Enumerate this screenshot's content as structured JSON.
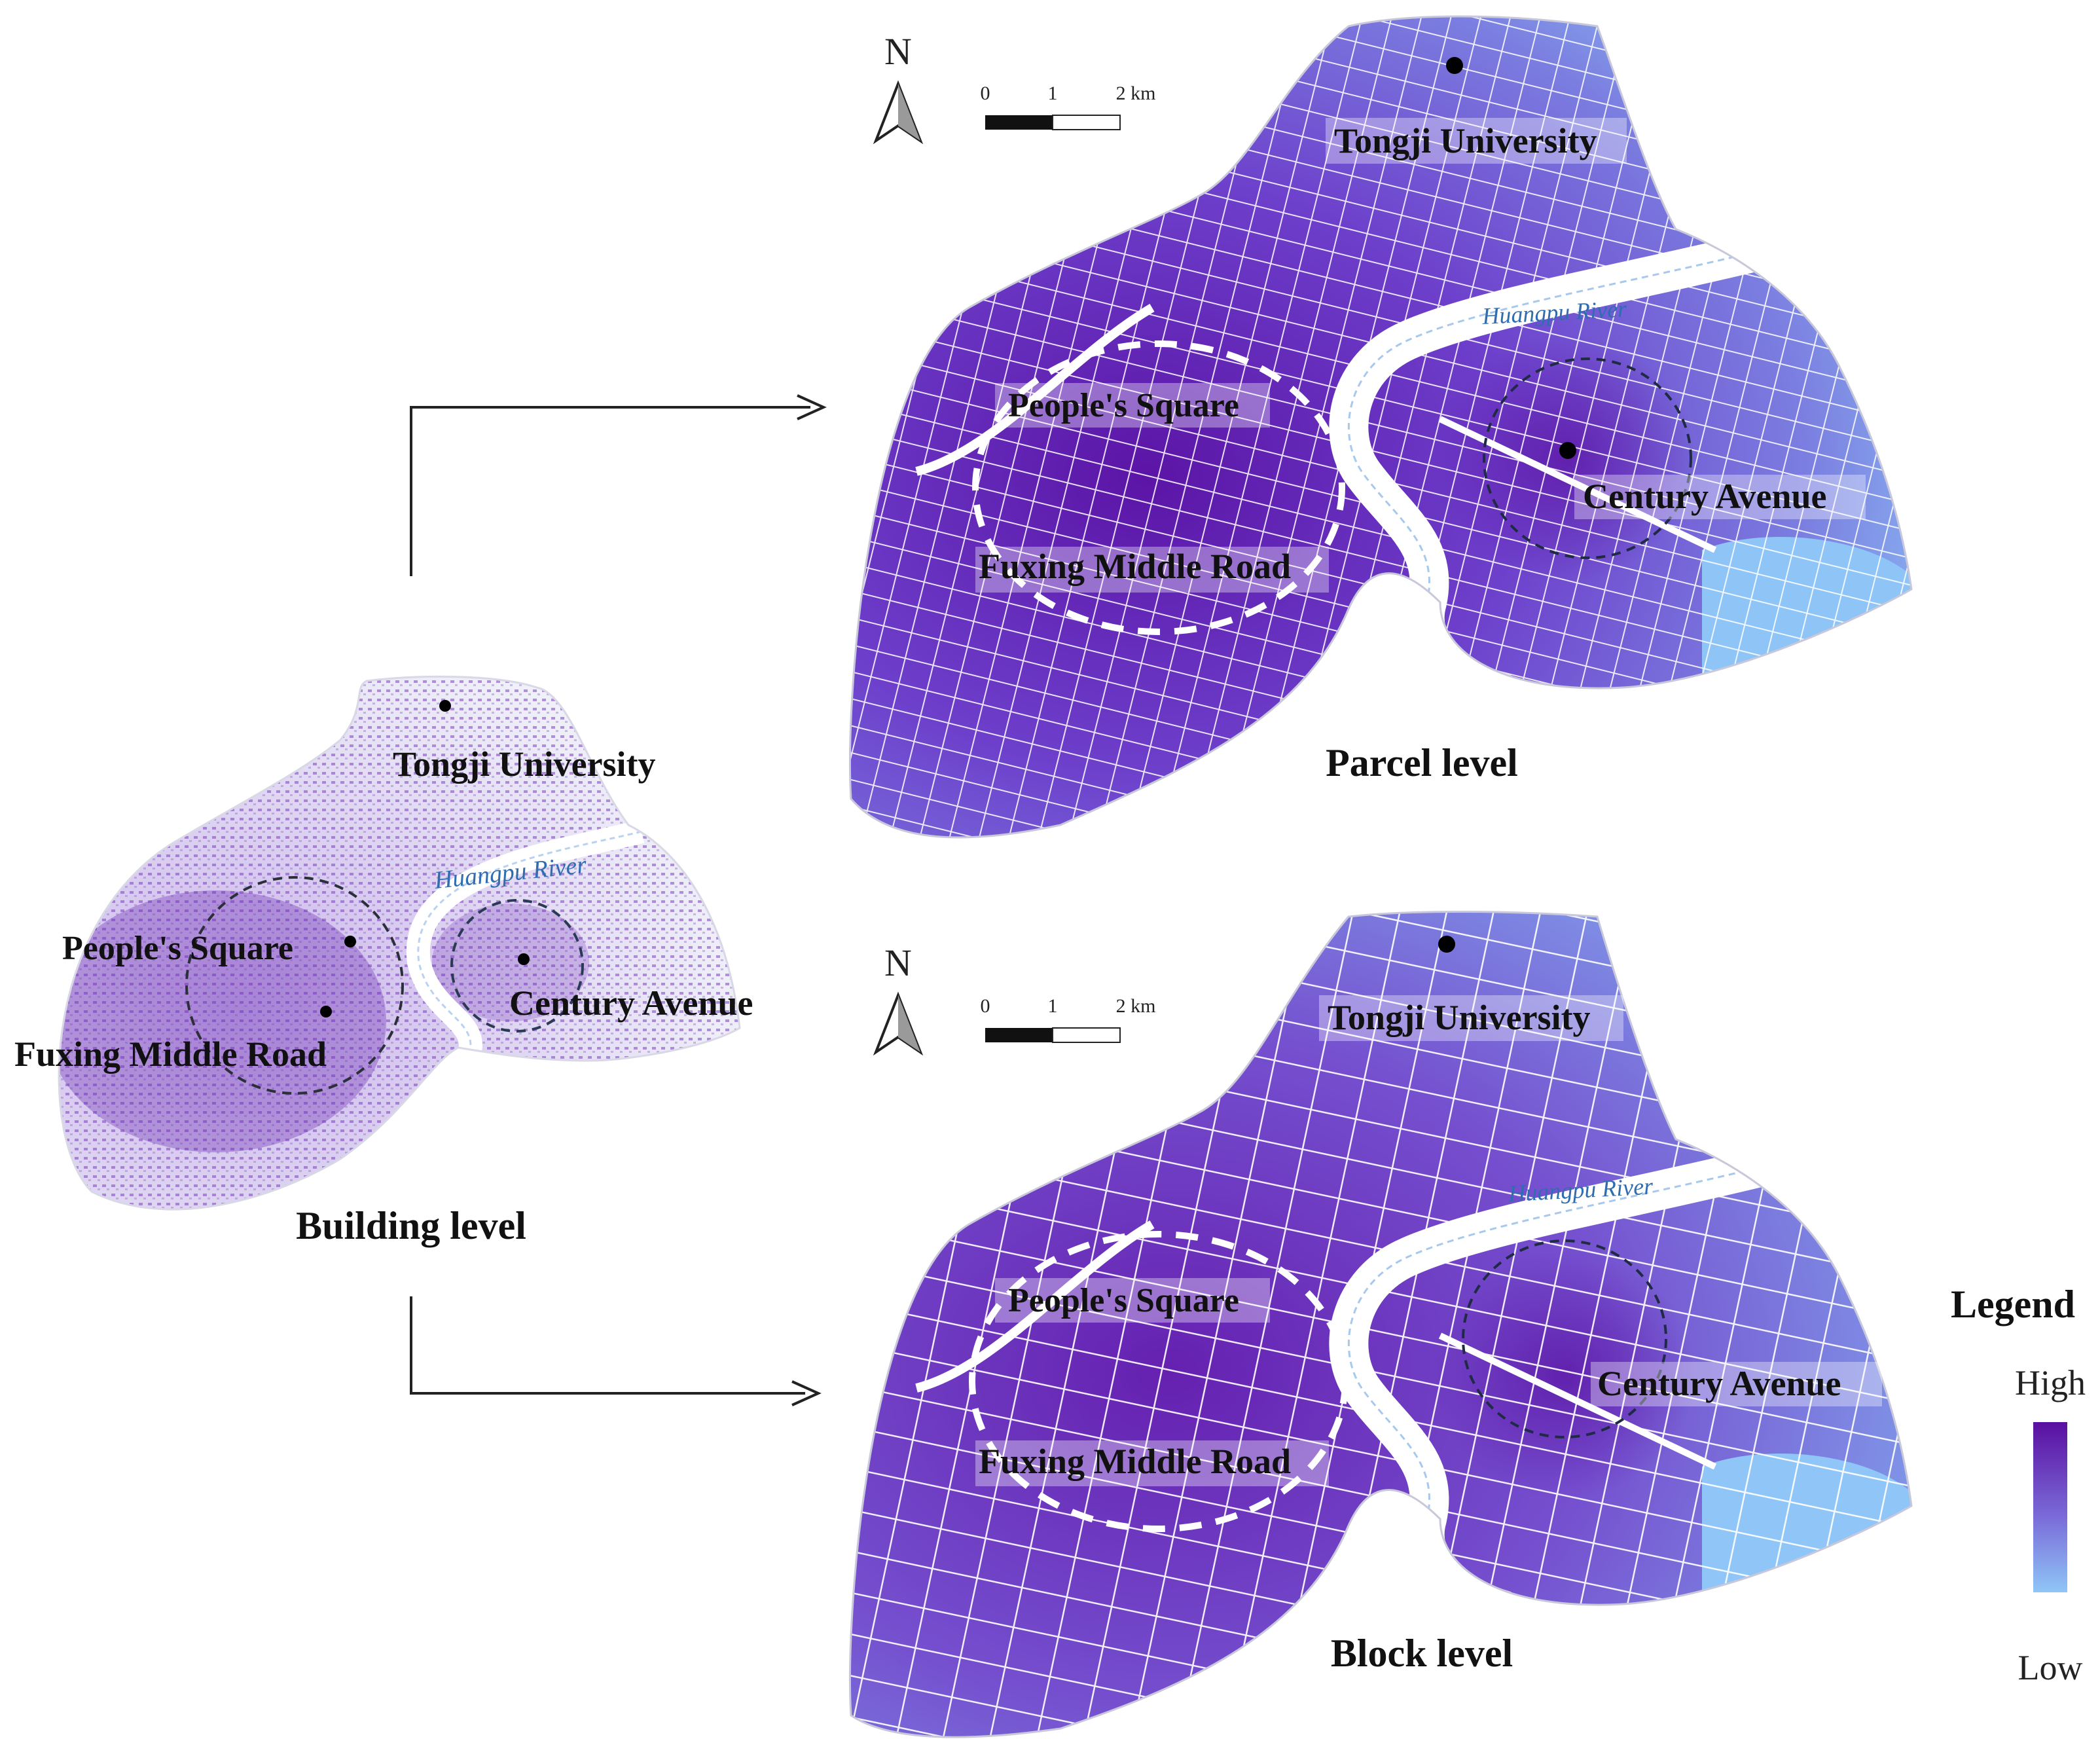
{
  "maps": {
    "building": {
      "title": "Building level",
      "labels": {
        "tongji": "Tongji University",
        "river": "Huangpu River",
        "peoples_square": "People's Square",
        "fuxing": "Fuxing Middle Road",
        "century": "Century Avenue"
      }
    },
    "parcel": {
      "title": "Parcel level",
      "north": "N",
      "scale": {
        "t0": "0",
        "t1": "1",
        "t2": "2 km"
      },
      "labels": {
        "tongji": "Tongji University",
        "river": "Huangpu River",
        "peoples_square": "People's Square",
        "fuxing": "Fuxing Middle Road",
        "century": "Century Avenue"
      }
    },
    "block": {
      "title": "Block level",
      "north": "N",
      "scale": {
        "t0": "0",
        "t1": "1",
        "t2": "2 km"
      },
      "labels": {
        "tongji": "Tongji University",
        "river": "Huangpu River",
        "peoples_square": "People's Square",
        "fuxing": "Fuxing Middle Road",
        "century": "Century Avenue"
      }
    }
  },
  "legend": {
    "title": "Legend",
    "high": "High",
    "low": "Low"
  },
  "colors": {
    "high": "#5a0fa0",
    "mid": "#7a5fd6",
    "low": "#8fbef5",
    "river": "#ffffff",
    "road": "#ffffff",
    "arrow": "#222222"
  }
}
